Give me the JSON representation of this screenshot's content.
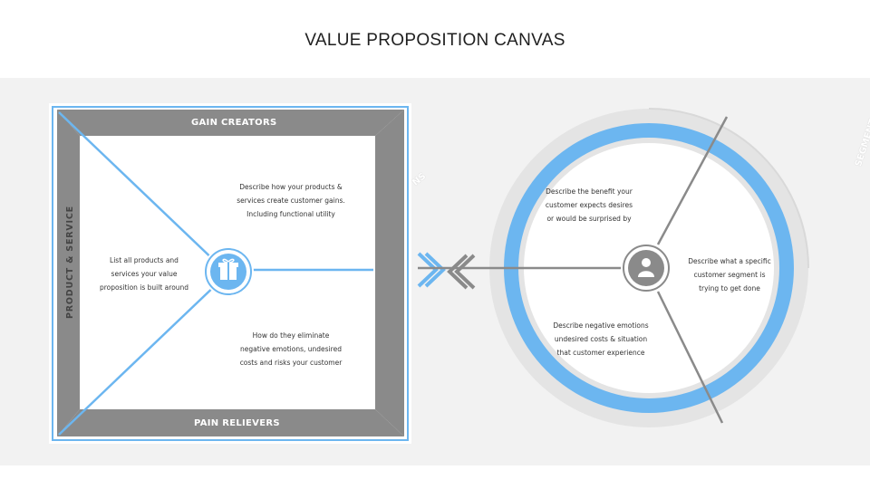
{
  "title": "VALUE PROPOSITION CANVAS",
  "product": {
    "side_label": "PRODUCT & SERVICE",
    "gain_creators": "GAIN CREATORS",
    "pain_relievers": "PAIN RELIEVERS",
    "gain_desc_1": "Describe how your products &",
    "gain_desc_2": "services create customer gains.",
    "gain_desc_3": "Including functional utility",
    "products_desc_1": "List all products and",
    "products_desc_2": "services your value",
    "products_desc_3": "proposition is built around",
    "pain_desc_1": "How do they eliminate",
    "pain_desc_2": "negative emotions, undesired",
    "pain_desc_3": "costs and risks your customer"
  },
  "customer": {
    "gains_desc_1": "Describe the benefit your",
    "gains_desc_2": "customer expects desires",
    "gains_desc_3": "or would be surprised by",
    "jobs_desc_1": "Describe what a specific",
    "jobs_desc_2": "customer segment is",
    "jobs_desc_3": "trying to get done",
    "pains_desc_1": "Describe negative emotions",
    "pains_desc_2": "undesired costs & situation",
    "pains_desc_3": "that customer experience",
    "fragment_gains": "NS",
    "fragment_segment": "SEGMENT"
  },
  "icons": {
    "product": "gift-icon",
    "customer": "person-icon",
    "fit": "double-chevron-arrows"
  },
  "colors": {
    "blue": "#6cb6f0",
    "grey": "#8a8a8a",
    "band": "#f2f2f2"
  }
}
